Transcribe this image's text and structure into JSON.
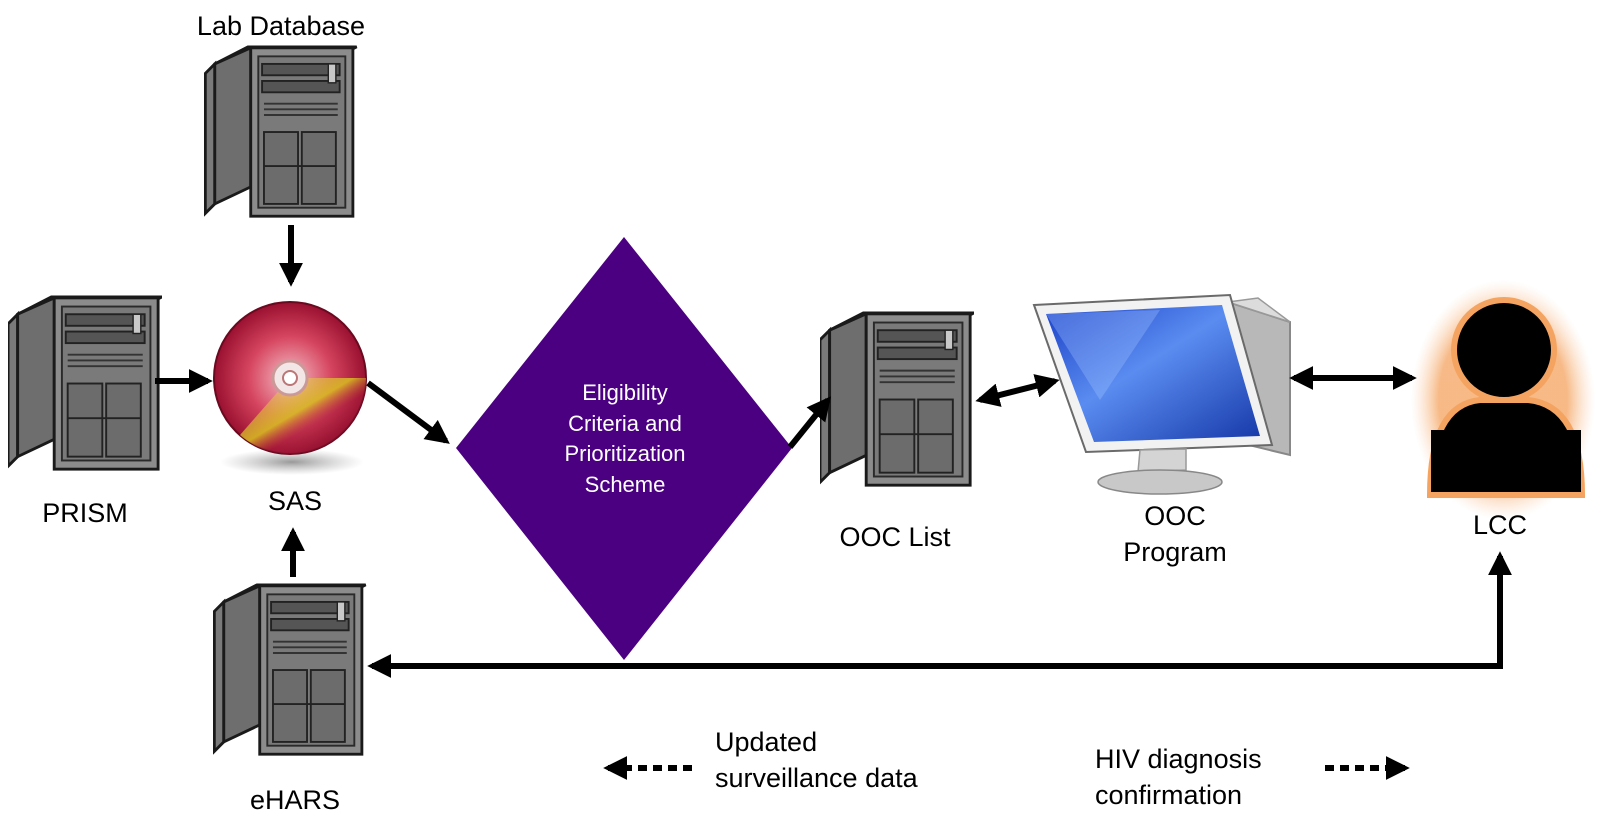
{
  "nodes": {
    "lab_database": {
      "label": "Lab Database"
    },
    "prism": {
      "label": "PRISM"
    },
    "sas": {
      "label": "SAS"
    },
    "ehars": {
      "label": "eHARS"
    },
    "eligibility": {
      "lines": [
        "Eligibility",
        "Criteria and",
        "Prioritization",
        "Scheme"
      ]
    },
    "ooc_list": {
      "label": "OOC List"
    },
    "ooc_program": {
      "lines": [
        "OOC",
        "Program"
      ]
    },
    "lcc": {
      "label": "LCC"
    }
  },
  "legend": {
    "updated_data": {
      "lines": [
        "Updated",
        "surveillance data"
      ]
    },
    "hiv_confirmation": {
      "lines": [
        "HIV diagnosis",
        "confirmation"
      ]
    }
  },
  "colors": {
    "diamond": "#4b0082",
    "arrow": "#000000",
    "person_glow": "#f4a460",
    "server_body": "#5a5a5a"
  },
  "icons": [
    "server-icon",
    "disc-icon",
    "monitor-icon",
    "person-icon"
  ]
}
